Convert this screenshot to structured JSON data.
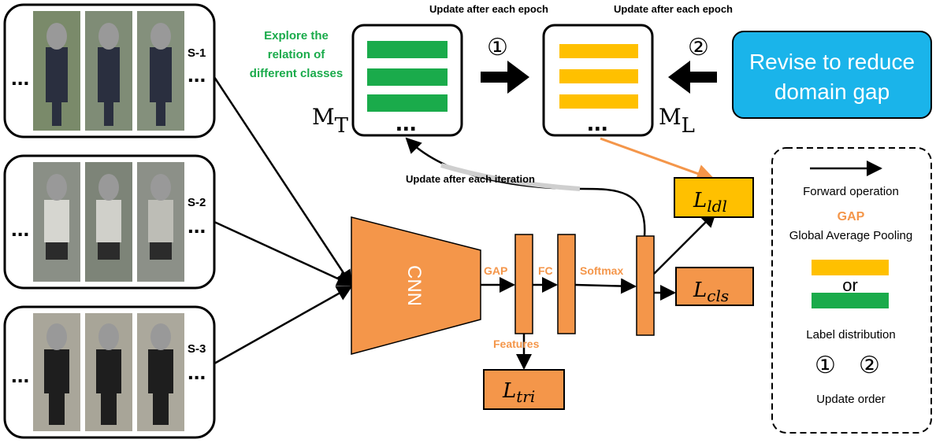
{
  "sequences": [
    {
      "label": "S-1",
      "dots": "..."
    },
    {
      "label": "S-2",
      "dots": "..."
    },
    {
      "label": "S-3",
      "dots": "..."
    }
  ],
  "top": {
    "update_epoch_1": "Update after each epoch",
    "update_epoch_2": "Update after each epoch",
    "explore_lines": [
      "Explore the",
      "relation of",
      "different classes"
    ],
    "mt_label": "M",
    "mt_sub": "T",
    "ml_label": "M",
    "ml_sub": "L",
    "step_1": "①",
    "step_2": "②",
    "ellipsis": "...",
    "revise_lines": [
      "Revise to reduce",
      "domain gap"
    ],
    "update_iteration": "Update after each iteration"
  },
  "network": {
    "cnn": "CNN",
    "gap": "GAP",
    "fc": "FC",
    "softmax": "Softmax",
    "features": "Features"
  },
  "losses": {
    "ldl_main": "L",
    "ldl_sub": "ldl",
    "cls_main": "L",
    "cls_sub": "cls",
    "tri_main": "L",
    "tri_sub": "tri"
  },
  "legend": {
    "forward": "Forward operation",
    "gap": "GAP",
    "gap_desc": "Global Average Pooling",
    "or": "or",
    "label_dist": "Label distribution",
    "order_1": "①",
    "order_2": "②",
    "update_order": "Update order"
  },
  "colors": {
    "green": "#1aab4b",
    "yellow": "#ffc000",
    "orange": "#f4964a",
    "blue": "#1ab4ea",
    "gray": "#c8c8c8"
  }
}
